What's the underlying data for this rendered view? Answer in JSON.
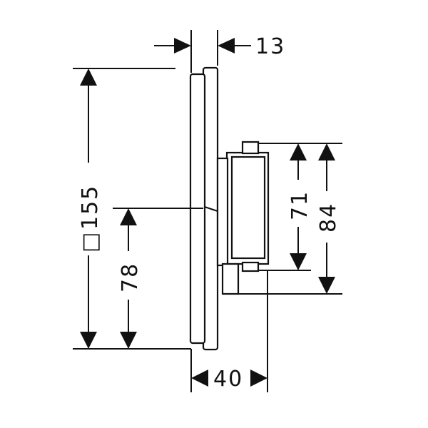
{
  "dimensions": {
    "top_depth": "13",
    "overall_height": "155",
    "square_symbol": "□",
    "center_height": "78",
    "body_height_inner": "71",
    "body_height_outer": "84",
    "overall_depth": "40"
  },
  "colors": {
    "ink": "#111111",
    "background": "#ffffff"
  }
}
